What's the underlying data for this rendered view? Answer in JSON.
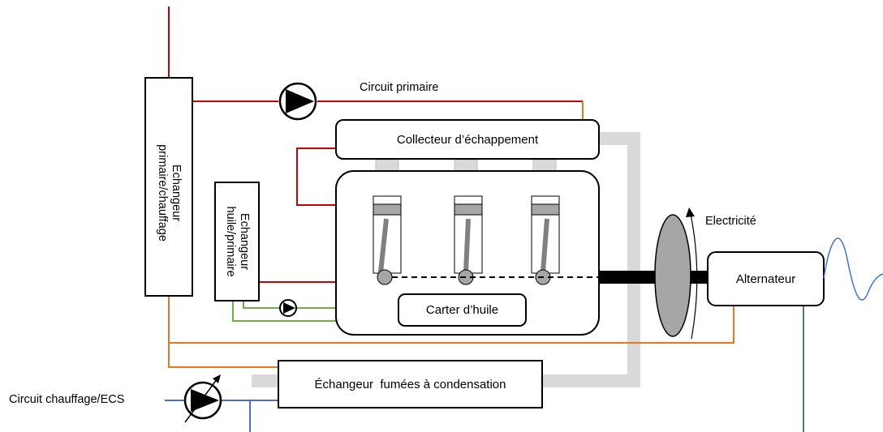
{
  "labels": {
    "circuit_primaire": "Circuit primaire",
    "collecteur": "Collecteur d’échappement",
    "echangeur_primaire_line1": "Echangeur",
    "echangeur_primaire_line2": "primaire/chauffage",
    "echangeur_huile_line1": "Echangeur",
    "echangeur_huile_line2": "huile/primaire",
    "carter": "Carter d’huile",
    "electricite": "Electricité",
    "alternateur": "Alternateur",
    "echangeur_fumees": "Échangeur  fumées à condensation",
    "circuit_chauffage": "Circuit chauffage/ECS"
  },
  "colors": {
    "primary_circuit": "#cc0000",
    "hot_water": "#e87722",
    "oil_circuit": "#70ad47",
    "heating_circuit": "#4472c4",
    "exhaust": "#d9d9d9",
    "piston": "#a6a6a6",
    "shaft": "#000000"
  }
}
